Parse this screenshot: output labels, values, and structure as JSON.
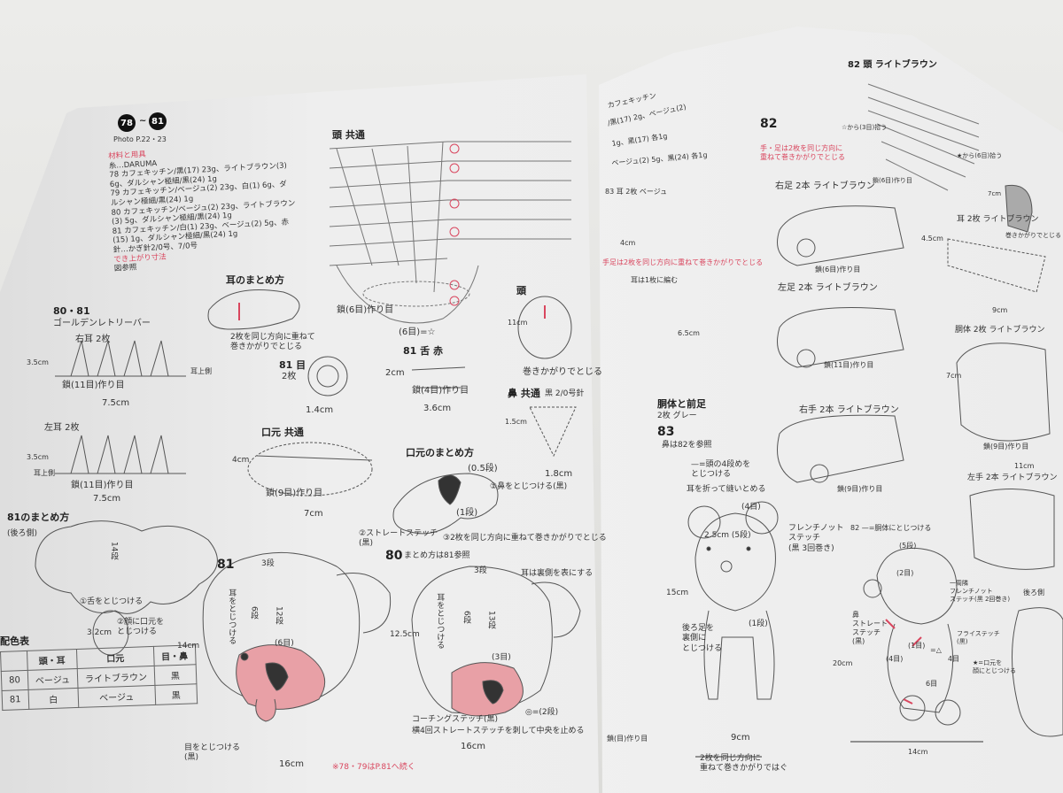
{
  "left_page": {
    "badge_from": "78",
    "badge_sep": "~",
    "badge_to": "81",
    "photo_ref": "Photo  P.22・23",
    "materials_heading": "材料と用具",
    "materials": [
      "糸…DARUMA",
      "78 カフェキッチン/黒(17) 23g、ライトブラウン(3)",
      "6g、ダルシャン極細/黒(24) 1g",
      "79 カフェキッチン/ベージュ(2) 23g、白(1) 6g、ダ",
      "ルシャン極細/黒(24) 1g",
      "80 カフェキッチン/ベージュ(2) 23g、ライトブラウン",
      "(3) 5g、ダルシャン極細/黒(24) 1g",
      "81 カフェキッチン/白(1) 23g、ベージュ(2) 5g、赤",
      "(15) 1g、ダルシャン極細/黒(24) 1g",
      "針…かぎ針2/0号、7/0号"
    ],
    "finish_heading": "でき上がり寸法",
    "finish_text": "図参照",
    "head_common": "頭 共通",
    "head_start": "鎖(6目)作り目",
    "head_ring": "(6目)=☆",
    "ear_finish_title": "耳のまとめ方",
    "ear_finish_note": "2枚を同じ方向に重ねて\n巻きかがりでとじる",
    "golden_title": "80・81",
    "golden_sub": "ゴールデンレトリーバー",
    "right_ear": "右耳 2枚",
    "right_ear_side": "耳上側",
    "right_ear_start": "鎖(11目)作り目",
    "right_ear_w": "7.5cm",
    "right_ear_h": "3.5cm",
    "left_ear": "左耳 2枚",
    "left_ear_side": "耳上側",
    "left_ear_start": "鎖(11目)作り目",
    "left_ear_w": "7.5cm",
    "left_ear_h": "3.5cm",
    "eye81": "81 目",
    "eye81_count": "2枚",
    "eye81_w": "1.4cm",
    "tongue81": "81 舌 赤",
    "tongue81_h": "2cm",
    "tongue81_start": "鎖(4目)作り目",
    "tongue81_w": "3.6cm",
    "muzzle_common": "口元 共通",
    "muzzle_h": "4cm",
    "muzzle_start": "鎖(9目)作り目",
    "muzzle_w": "7cm",
    "head_label": "頭",
    "head_h": "11cm",
    "head_note": "巻きかがりでとじる",
    "nose_common": "鼻 共通",
    "nose_yarn": "黒 2/0号針",
    "nose_h": "1.5cm",
    "nose_w": "1.8cm",
    "mouth_finish_title": "口元のまとめ方",
    "mouth_05": "(0.5段)",
    "mouth_step1": "①鼻をとじつける(黒)",
    "mouth_1": "(1段)",
    "mouth_step2": "②ストレートステッチ\n(黒)",
    "mouth_step3": "③2枚を同じ方向に重ねて巻きかがりでとじる",
    "finish81_title": "81のまとめ方",
    "back_side": "(後ろ側)",
    "finish81_14": "14段",
    "finish81_step1": "①舌をとじつける",
    "finish81_32": "3.2cm",
    "finish81_step2": "②顔に口元を\nとじつける",
    "color_table_title": "配色表",
    "color_table": {
      "headers": [
        "",
        "頭・耳",
        "口元",
        "目・鼻"
      ],
      "rows": [
        [
          "80",
          "ベージュ",
          "ライトブラウン",
          "黒"
        ],
        [
          "81",
          "白",
          "ベージュ",
          "黒"
        ]
      ]
    },
    "dog81_title": "81",
    "dog81_3": "3段",
    "dog81_6": "6段",
    "dog81_12": "12段",
    "dog81_6m": "(6目)",
    "dog81_ear": "耳をとじつける",
    "dog81_eye": "目をとじつける\n(黒)",
    "dog81_h": "14cm",
    "dog81_w": "16cm",
    "dog80_title": "80",
    "dog80_ref": "まとめ方は81参照",
    "dog80_ear_note": "耳は裏側を表にする",
    "dog80_3": "3段",
    "dog80_6": "6段",
    "dog80_13": "13段",
    "dog80_3m": "(3目)",
    "dog80_ear": "耳をとじつける",
    "dog80_h": "12.5cm",
    "dog80_2": "◎=(2段)",
    "dog80_couch": "コーチングステッチ(黒)",
    "dog80_couch_note": "横4回ストレートステッチを刺して中央を止める",
    "dog80_w": "16cm",
    "continued": "※78・79はP.81へ続く"
  },
  "right_page": {
    "top_notes": [
      "カフェキッチン",
      "/黒(17) 2g、ベージュ(2)",
      "1g、黒(17) 各1g",
      "ベージュ(2) 5g、黒(24) 各1g"
    ],
    "ear83": "83 耳 2枚 ベージュ",
    "ear83_w": "4cm",
    "red_note83": "手足は2枚を同じ方向に重ねて巻きかがりでとじる",
    "ear_fold": "耳は1枚に編む",
    "h65": "6.5cm",
    "body83_title": "胴体と前足",
    "body83_count": "2枚 グレー",
    "title83": "83",
    "nose83": "鼻は82を参照",
    "legend_line": "—=頭の4段めを\nとじつける",
    "ear_fold_sew": "耳を折って縫いとめる",
    "bear_4": "(4目)",
    "bear_25": "2.5cm (5段)",
    "bear_knot": "フレンチノット\nステッチ\n(黒 3回巻き)",
    "bear_1": "(1段)",
    "bear_legs": "後ろ足を\n裏側に\nとじつける",
    "bear_h": "15cm",
    "bear_w": "9cm",
    "bottom_note": "2枚を同じ方向に\n重ねて巻きかがりではぐ",
    "start_bottom": "鎖(目)作り目",
    "title82": "82",
    "head82": "82 頭 ライトブラウン",
    "red_note82": "手・足は2枚を同じ方向に\n重ねて巻きかがりでとじる",
    "head82_from3": "☆から(3目)拾う",
    "head82_from6": "★から(6目)拾う",
    "head82_start": "鎖(6目)作り目",
    "head82_h": "7cm",
    "right_foot": "右足 2本 ライトブラウン",
    "right_foot_start": "鎖(6目)作り目",
    "ear82": "耳 2枚 ライトブラウン",
    "ear82_h": "4.5cm",
    "ear82_note": "巻きかがりでとじる",
    "left_foot": "左足 2本 ライトブラウン",
    "left_foot_start": "鎖(11目)作り目",
    "w9": "9cm",
    "torso82": "胴体 2枚 ライトブラウン",
    "torso82_h": "7cm",
    "torso82_start": "鎖(9目)作り目",
    "torso82_w": "11cm",
    "right_hand": "右手 2本 ライトブラウン",
    "right_hand_start": "鎖(9目)作り目",
    "left_hand": "左手 2本 ライトブラウン",
    "legend82": "82 —=胴体にとじつける",
    "bear82_5": "(5段)",
    "bear82_2": "(2目)",
    "bear82_knot": "一周隣\nフレンチノット\nステッチ(黒 2回巻き)",
    "bear82_nose": "鼻\nストレート\nステッチ\n(黒)",
    "bear82_fly": "フライステッチ\n(黒)",
    "bear82_h": "20cm",
    "bear82_4": "(4目)",
    "bear82_1": "(1目)",
    "bear82_eq": "=△",
    "bear82_4b": "4目",
    "bear82_sew": "★=口元を\n顔にとじつける",
    "bear82_6": "6目",
    "bear82_w": "14cm",
    "back_side": "後ろ側"
  },
  "colors": {
    "accent_red": "#d9465e",
    "ink": "#333333",
    "nose_pink": "#e8a0a6"
  }
}
